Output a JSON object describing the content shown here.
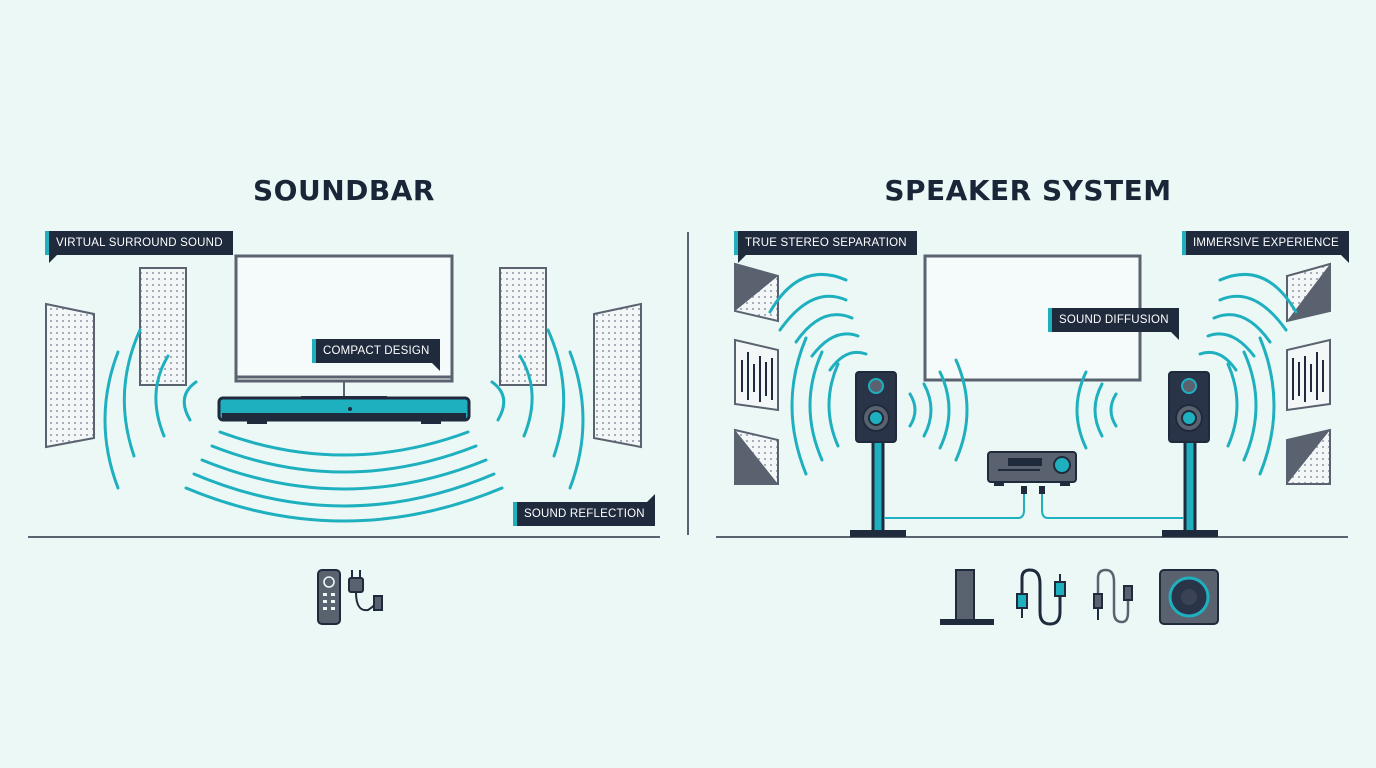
{
  "left_panel": {
    "title": "SOUNDBAR",
    "labels": {
      "virtual_surround": "VIRTUAL SURROUND SOUND",
      "compact_design": "COMPACT DESIGN",
      "sound_reflection": "SOUND REFLECTION"
    },
    "accessory_icons": [
      "remote-icon",
      "power-plug-icon"
    ]
  },
  "right_panel": {
    "title": "SPEAKER SYSTEM",
    "labels": {
      "true_stereo": "TRUE STEREO SEPARATION",
      "immersive": "IMMERSIVE EXPERIENCE",
      "sound_diffusion": "SOUND DIFFUSION"
    },
    "accessory_icons": [
      "speaker-stand-icon",
      "audio-cable-icon",
      "rca-cable-icon",
      "subwoofer-icon"
    ]
  },
  "colors": {
    "background": "#ecf8f6",
    "dark": "#1f2a3c",
    "accent": "#1fb0c0",
    "panel_gray": "#5a6270"
  }
}
